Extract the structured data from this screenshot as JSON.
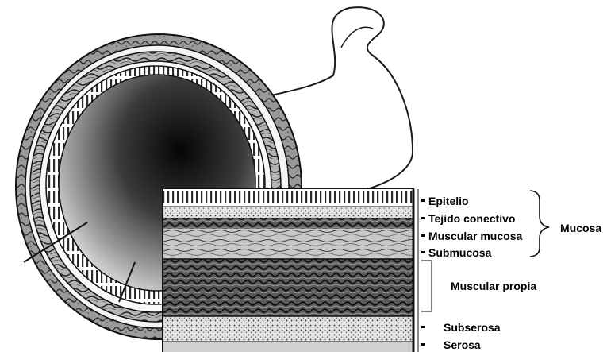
{
  "diagram": {
    "layers": {
      "epitelio": "Epitelio",
      "tejido_conectivo": "Tejido conectivo",
      "muscular_mucosa": "Muscular  mucosa",
      "submucosa": "Submucosa",
      "muscular_propia": "Muscular propia",
      "subserosa": "Subserosa",
      "serosa": "Serosa"
    },
    "group_label": "Mucosa"
  }
}
